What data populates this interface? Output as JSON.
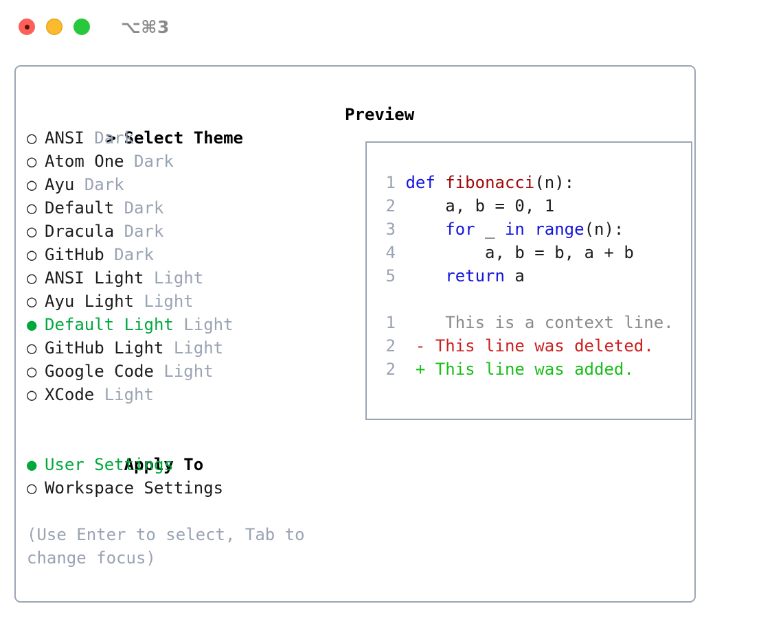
{
  "window": {
    "shortcut": "⌥⌘3",
    "traffic_lights": [
      {
        "name": "close",
        "color": "#fc6058"
      },
      {
        "name": "minimize",
        "color": "#fcbb2e"
      },
      {
        "name": "maximize",
        "color": "#28c83c"
      }
    ],
    "border_color": "#9aa5b5"
  },
  "theme_section": {
    "prompt": ">",
    "heading": "Select Theme",
    "bullet_empty": "○",
    "bullet_filled": "●",
    "items": [
      {
        "label": "ANSI",
        "tag": "Dark",
        "selected": false
      },
      {
        "label": "Atom One",
        "tag": "Dark",
        "selected": false
      },
      {
        "label": "Ayu",
        "tag": "Dark",
        "selected": false
      },
      {
        "label": "Default",
        "tag": "Dark",
        "selected": false
      },
      {
        "label": "Dracula",
        "tag": "Dark",
        "selected": false
      },
      {
        "label": "GitHub",
        "tag": "Dark",
        "selected": false
      },
      {
        "label": "ANSI Light",
        "tag": "Light",
        "selected": false
      },
      {
        "label": "Ayu Light",
        "tag": "Light",
        "selected": false
      },
      {
        "label": "Default Light",
        "tag": "Light",
        "selected": true
      },
      {
        "label": "GitHub Light",
        "tag": "Light",
        "selected": false
      },
      {
        "label": "Google Code",
        "tag": "Light",
        "selected": false
      },
      {
        "label": "XCode",
        "tag": "Light",
        "selected": false
      }
    ]
  },
  "apply_section": {
    "heading": "Apply To",
    "items": [
      {
        "label": "User Settings",
        "selected": true
      },
      {
        "label": "Workspace Settings",
        "selected": false
      }
    ]
  },
  "hint": {
    "line1": "(Use Enter to select, Tab to",
    "line2": "change focus)"
  },
  "preview": {
    "heading": "Preview",
    "code_lines": [
      {
        "num": "1",
        "tokens": [
          {
            "t": " ",
            "c": "plain"
          },
          {
            "t": "def",
            "c": "kw"
          },
          {
            "t": " ",
            "c": "plain"
          },
          {
            "t": "fibonacci",
            "c": "fn"
          },
          {
            "t": "(n):",
            "c": "plain"
          }
        ]
      },
      {
        "num": "2",
        "tokens": [
          {
            "t": "     a, b = 0, 1",
            "c": "plain"
          }
        ]
      },
      {
        "num": "3",
        "tokens": [
          {
            "t": "     ",
            "c": "plain"
          },
          {
            "t": "for",
            "c": "kw"
          },
          {
            "t": " _ ",
            "c": "plain"
          },
          {
            "t": "in",
            "c": "kw"
          },
          {
            "t": " ",
            "c": "plain"
          },
          {
            "t": "range",
            "c": "kw"
          },
          {
            "t": "(n):",
            "c": "plain"
          }
        ]
      },
      {
        "num": "4",
        "tokens": [
          {
            "t": "         a, b = b, a + b",
            "c": "plain"
          }
        ]
      },
      {
        "num": "5",
        "tokens": [
          {
            "t": "     ",
            "c": "plain"
          },
          {
            "t": "return",
            "c": "kw"
          },
          {
            "t": " a",
            "c": "plain"
          }
        ]
      }
    ],
    "diff_lines": [
      {
        "num": "1",
        "marker": " ",
        "text": "  This is a context line.",
        "c": "ctx"
      },
      {
        "num": "2",
        "marker": "-",
        "text": " This line was deleted.",
        "c": "del"
      },
      {
        "num": "2",
        "marker": "+",
        "text": " This line was added.",
        "c": "add"
      }
    ]
  },
  "colors": {
    "selected_green": "#00a83c",
    "keyword_blue": "#1414dc",
    "function_red": "#a00808",
    "diff_deleted": "#cc2020",
    "diff_added": "#18be18",
    "muted": "#9aa3b4",
    "border": "#9aa5b5"
  }
}
